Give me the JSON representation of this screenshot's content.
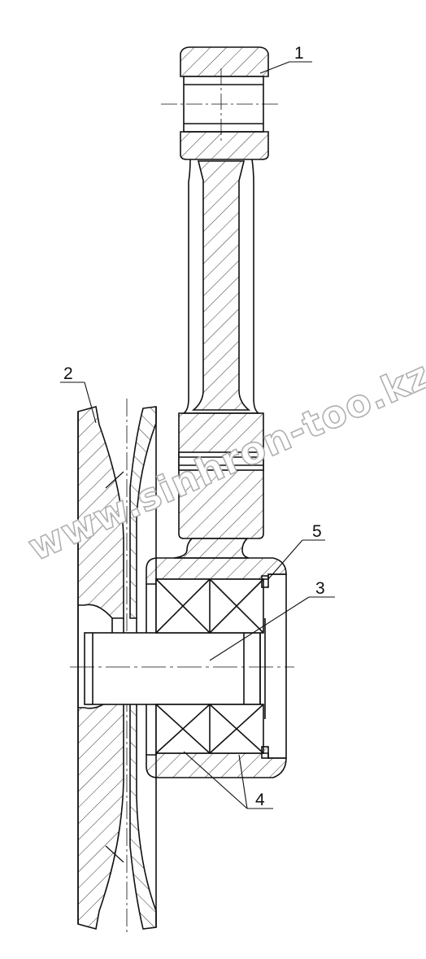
{
  "labels": [
    "1",
    "2",
    "3",
    "4",
    "5"
  ],
  "watermark": "www.sinhron-too.kz",
  "corner_mark": "··",
  "colors": {
    "line": "#111111",
    "hatch": "#333333",
    "watermark_stroke": "#b0b0b0"
  }
}
